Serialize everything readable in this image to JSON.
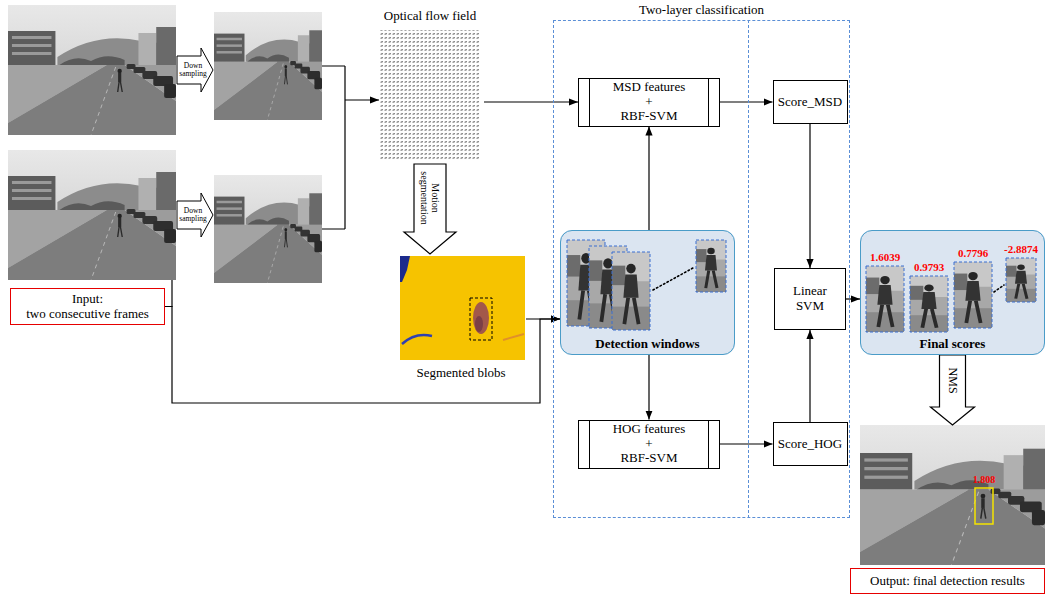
{
  "diagram": {
    "nodes": [
      {
        "text": [
          "Input: two consecutive frames"
        ]
      },
      {
        "text": [
          "Optical flow field"
        ]
      },
      {
        "text": [
          "Segmented blobs"
        ]
      },
      {
        "text": [
          "Two-layer classification"
        ]
      },
      {
        "text": [
          "MSD features + RBF-SVM"
        ],
        "in": 3
      },
      {
        "text": [
          "Detection windows"
        ],
        "in": 3
      },
      {
        "text": [
          "HOG features + RBF-SVM"
        ],
        "in": 3
      },
      {
        "text": [
          "Score_MSD"
        ],
        "in": 3
      },
      {
        "text": [
          "Linear SVM"
        ],
        "in": 3
      },
      {
        "text": [
          "Score_HOG"
        ],
        "in": 3
      },
      {
        "text": [
          "1.6039",
          "0.9793",
          "0.7796",
          "-2.8874",
          "Final scores"
        ]
      },
      {
        "text": [
          "1.808"
        ]
      },
      {
        "text": [
          "Output: final detection results"
        ]
      }
    ],
    "edges": [
      {
        "from": 1,
        "to": 4,
        "arrow": "to"
      },
      {
        "from": 1,
        "to": 2,
        "label": "Motion segmentation",
        "arrow": "to"
      },
      {
        "from": 2,
        "to": 5,
        "arrow": "to"
      },
      {
        "from": 0,
        "to": 5,
        "arrow": "to"
      },
      {
        "from": 5,
        "to": 4,
        "arrow": "to"
      },
      {
        "from": 5,
        "to": 6,
        "arrow": "to"
      },
      {
        "from": 4,
        "to": 7,
        "arrow": "to"
      },
      {
        "from": 6,
        "to": 9,
        "arrow": "to"
      },
      {
        "from": 7,
        "to": 8,
        "arrow": "to"
      },
      {
        "from": 9,
        "to": 8,
        "arrow": "to"
      },
      {
        "from": 8,
        "to": 10,
        "arrow": "to"
      },
      {
        "from": 10,
        "to": 11,
        "label": "NMS",
        "arrow": "to"
      }
    ],
    "labels": [
      "Down sampling",
      "Down sampling"
    ]
  }
}
